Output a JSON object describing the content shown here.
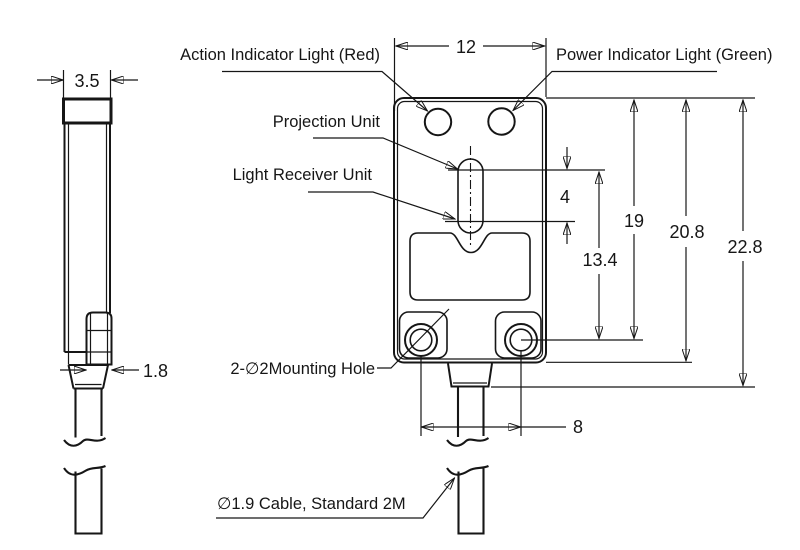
{
  "drawing": {
    "title": "Photoelectric sensor outline drawing",
    "views": [
      "side-view",
      "front-view"
    ],
    "line_color": "#161616",
    "background_color": "#ffffff"
  },
  "labels": {
    "action_indicator": "Action Indicator Light (Red)",
    "power_indicator": "Power Indicator Light (Green)",
    "projection_unit": "Projection Unit",
    "light_receiver": "Light Receiver Unit",
    "mounting_hole": "2-∅2Mounting Hole",
    "cable": "∅1.9 Cable, Standard 2M"
  },
  "dimensions": {
    "front_width": "12",
    "side_width": "3.5",
    "tab_thickness": "1.8",
    "unit_spacing": "4",
    "projection_to_hole": "13.4",
    "top_to_hole": "19",
    "body_height": "20.8",
    "overall_height": "22.8",
    "hole_spacing": "8"
  }
}
